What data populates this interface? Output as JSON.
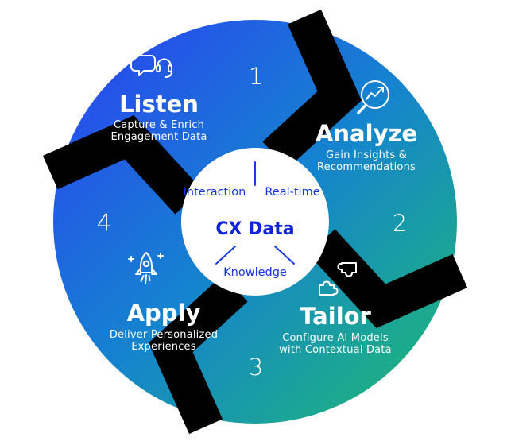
{
  "diagram": {
    "title_semantic": "CX Data continuous improvement cycle",
    "center": {
      "title": "CX Data",
      "label_top_left": "Interaction",
      "label_top_right": "Real-time",
      "label_bottom": "Knowledge"
    },
    "steps": [
      {
        "number": "1",
        "title": "Listen",
        "subtitle_line1": "Capture & Enrich",
        "subtitle_line2": "Engagement Data",
        "icon": "chat-headset-icon"
      },
      {
        "number": "2",
        "title": "Analyze",
        "subtitle_line1": "Gain Insights &",
        "subtitle_line2": "Recommendations",
        "icon": "magnifier-trend-icon"
      },
      {
        "number": "3",
        "title": "Tailor",
        "subtitle_line1": "Configure AI Models",
        "subtitle_line2": "with Contextual Data",
        "icon": "puzzle-pieces-icon"
      },
      {
        "number": "4",
        "title": "Apply",
        "subtitle_line1": "Deliver Personalized",
        "subtitle_line2": "Experiences",
        "icon": "rocket-icon"
      }
    ],
    "colors": {
      "gradient_start": "#2c3ef5",
      "gradient_mid": "#1583cf",
      "gradient_end": "#1fbd6d",
      "center_title_text": "#1023d8",
      "center_label_text": "#1536e0",
      "divider_line": "#1d3bdc",
      "arrow_gap": "#000000",
      "ring_text": "#ffffff"
    }
  }
}
